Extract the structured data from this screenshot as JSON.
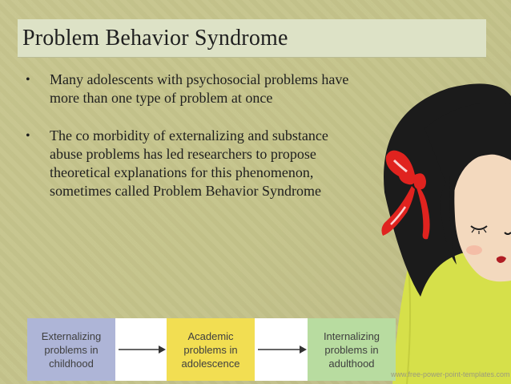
{
  "slide": {
    "title": "Problem Behavior Syndrome",
    "bullets": [
      {
        "text": "Many adolescents with psychosocial problems have more than one type of problem at once"
      },
      {
        "text": "The co morbidity of externalizing and substance abuse problems has led researchers to propose theoretical explanations for this phenomenon, sometimes called Problem Behavior Syndrome"
      }
    ],
    "bullet_marker": "•"
  },
  "diagram": {
    "boxes": [
      {
        "label": "Externalizing\nproblems in\nchildhood",
        "color": "#aeb5d7"
      },
      {
        "label": "Academic\nproblems in\nadolescence",
        "color": "#f2de52"
      },
      {
        "label": "Internalizing\nproblems in\nadulthood",
        "color": "#b8dca0"
      }
    ]
  },
  "footer": {
    "watermark": "www.free-power-point-templates.com"
  },
  "illustration": {
    "icon": "sad-girl-with-red-bow"
  },
  "colors": {
    "background": "#c6c58f",
    "title_bar": "#dde2c6",
    "bow": "#e0231f",
    "hair": "#1b1b1b",
    "shirt": "#d6e04a"
  }
}
